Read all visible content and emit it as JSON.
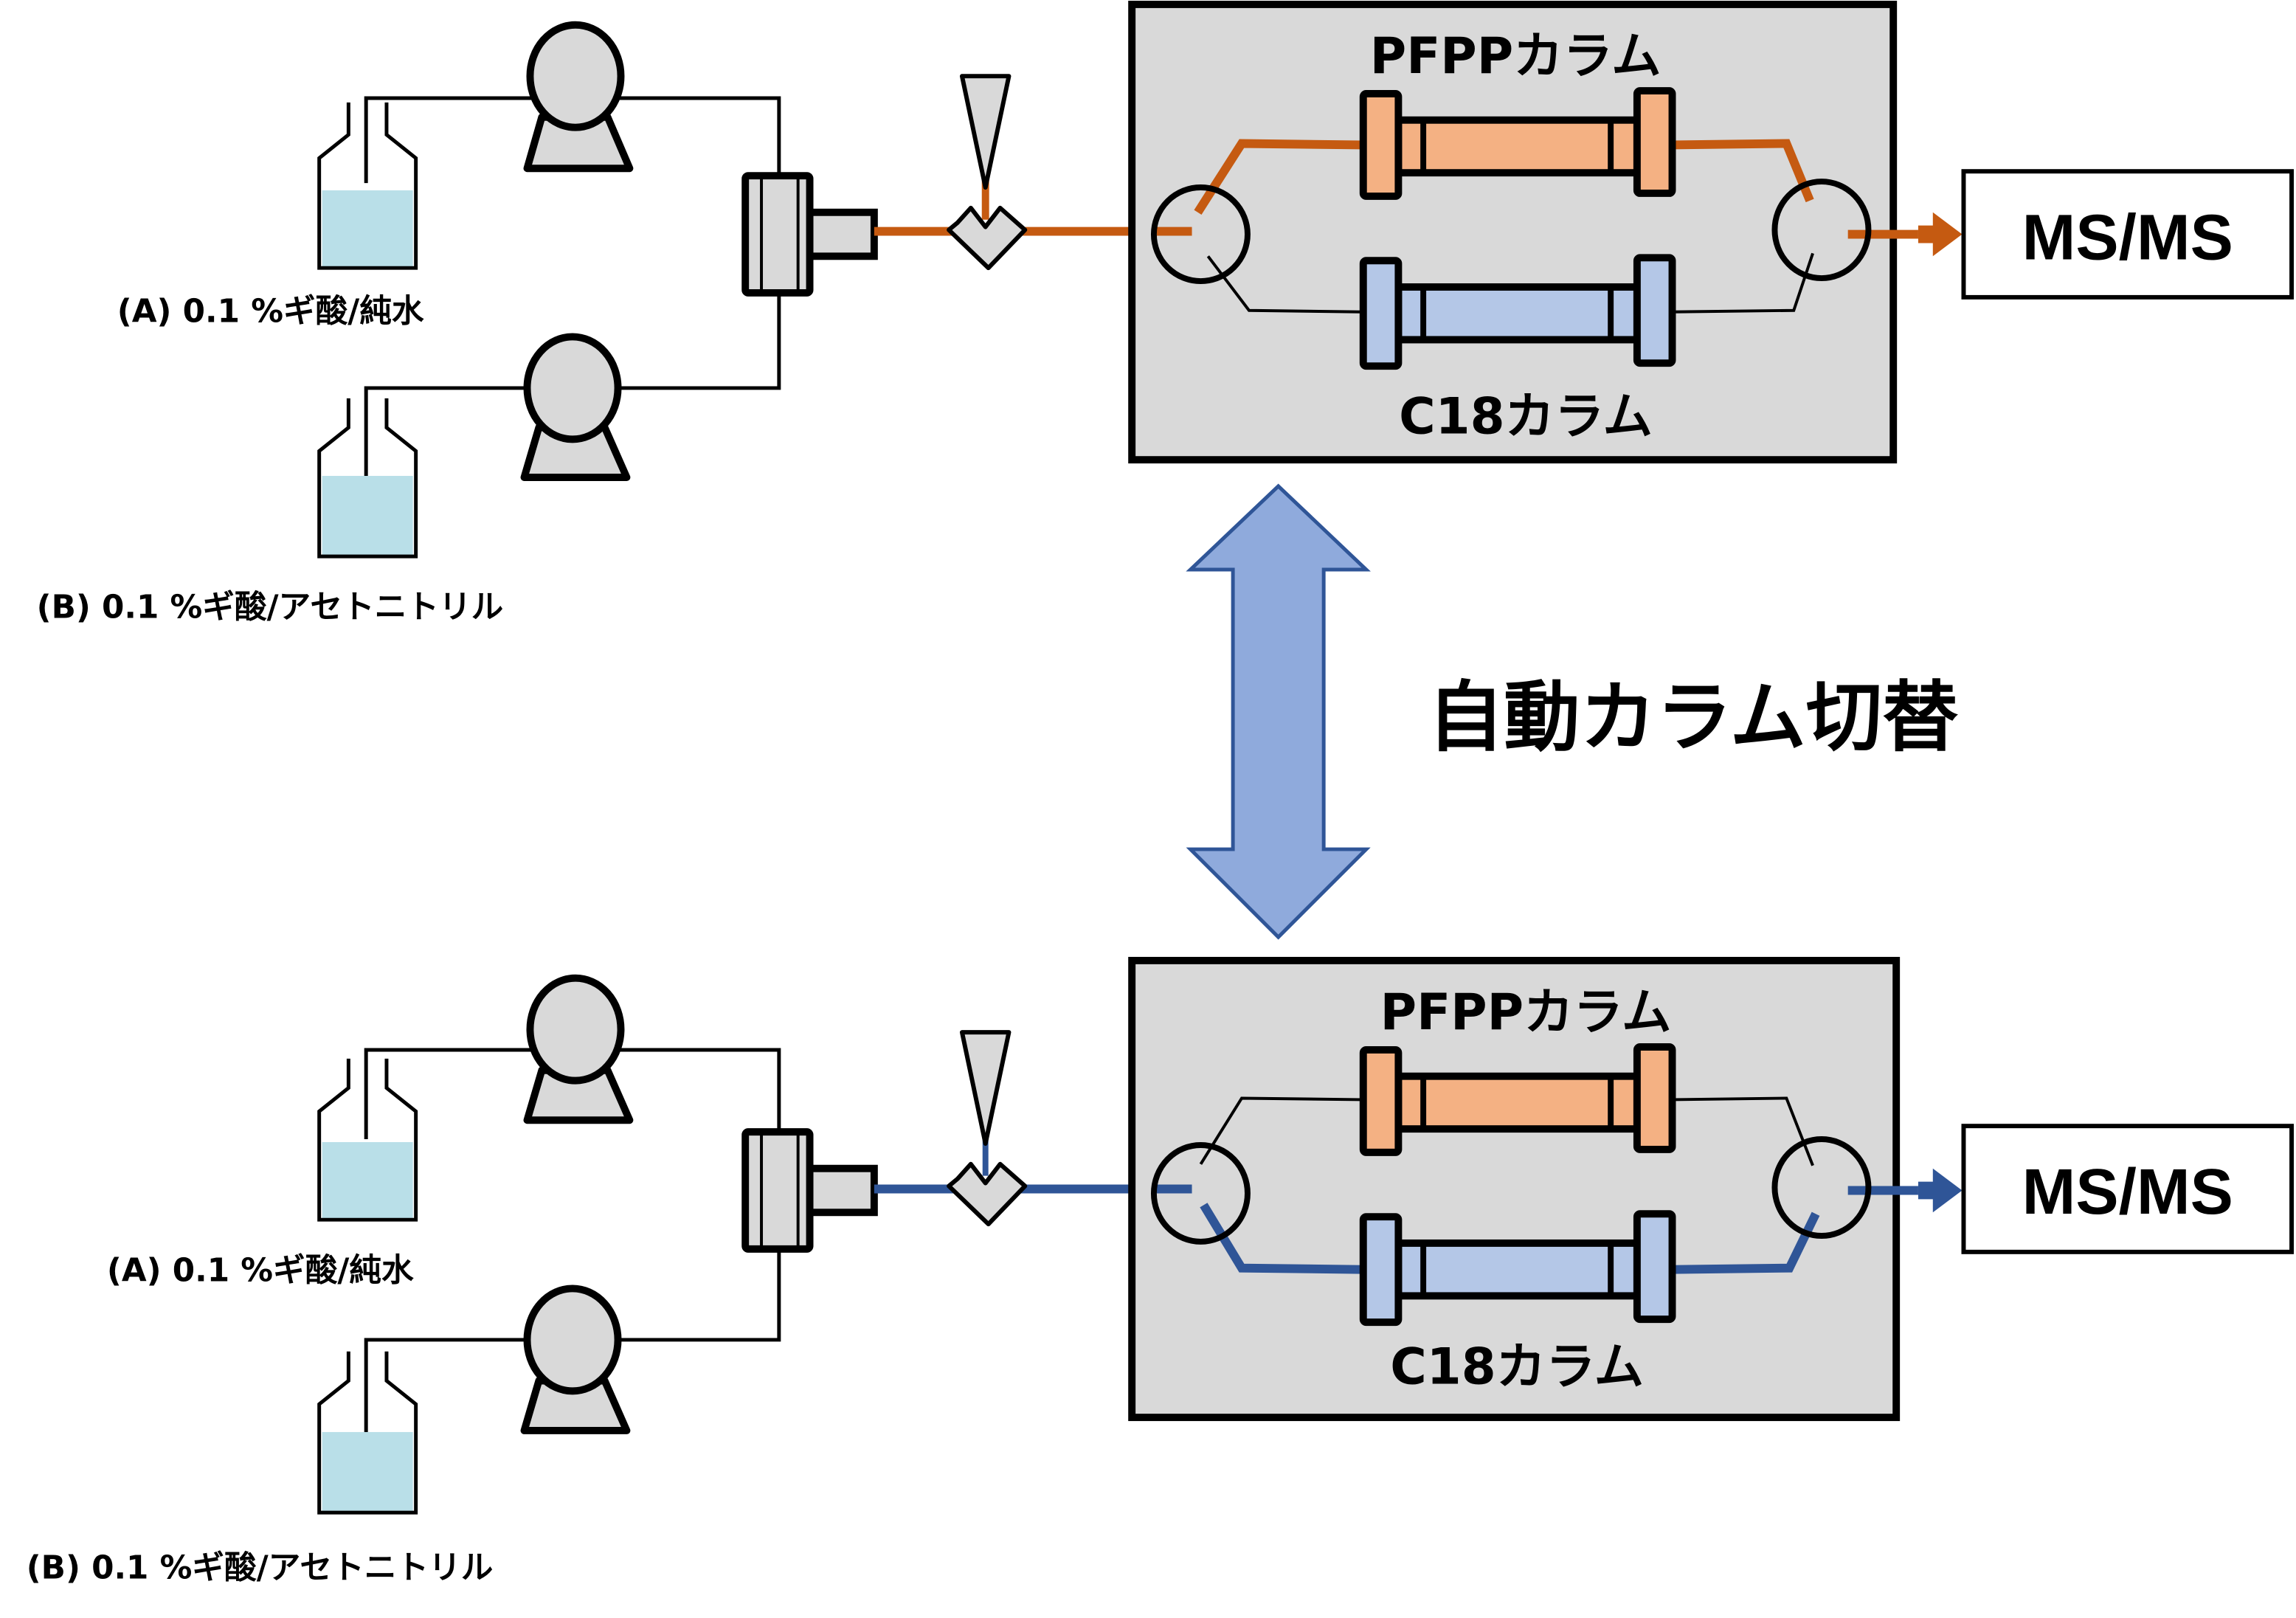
{
  "colors": {
    "flow_active_top": "#c55a11",
    "flow_active_bottom": "#2f5597",
    "pfpp_column": "#f4b183",
    "c18_column": "#b4c7e7",
    "switch_arrow": "#8faadc",
    "switch_arrow_stroke": "#2f5597",
    "solvent": "#b9dfe8",
    "component_gray": "#d9d9d9",
    "oven_gray": "#d9d9d9"
  },
  "top_system": {
    "solvent_a_label": "(A) 0.1 %ギ酸/純水",
    "solvent_b_label": "(B) 0.1 %ギ酸/アセトニトリル",
    "pfpp_label": "PFPPカラム",
    "c18_label": "C18カラム",
    "detector_label": "MS/MS",
    "active_column": "PFPP"
  },
  "bottom_system": {
    "solvent_a_label": "(A) 0.1 %ギ酸/純水",
    "solvent_b_label": "(B) 0.1 %ギ酸/アセトニトリル",
    "pfpp_label": "PFPPカラム",
    "c18_label": "C18カラム",
    "detector_label": "MS/MS",
    "active_column": "C18"
  },
  "switch_label": "自動カラム切替"
}
